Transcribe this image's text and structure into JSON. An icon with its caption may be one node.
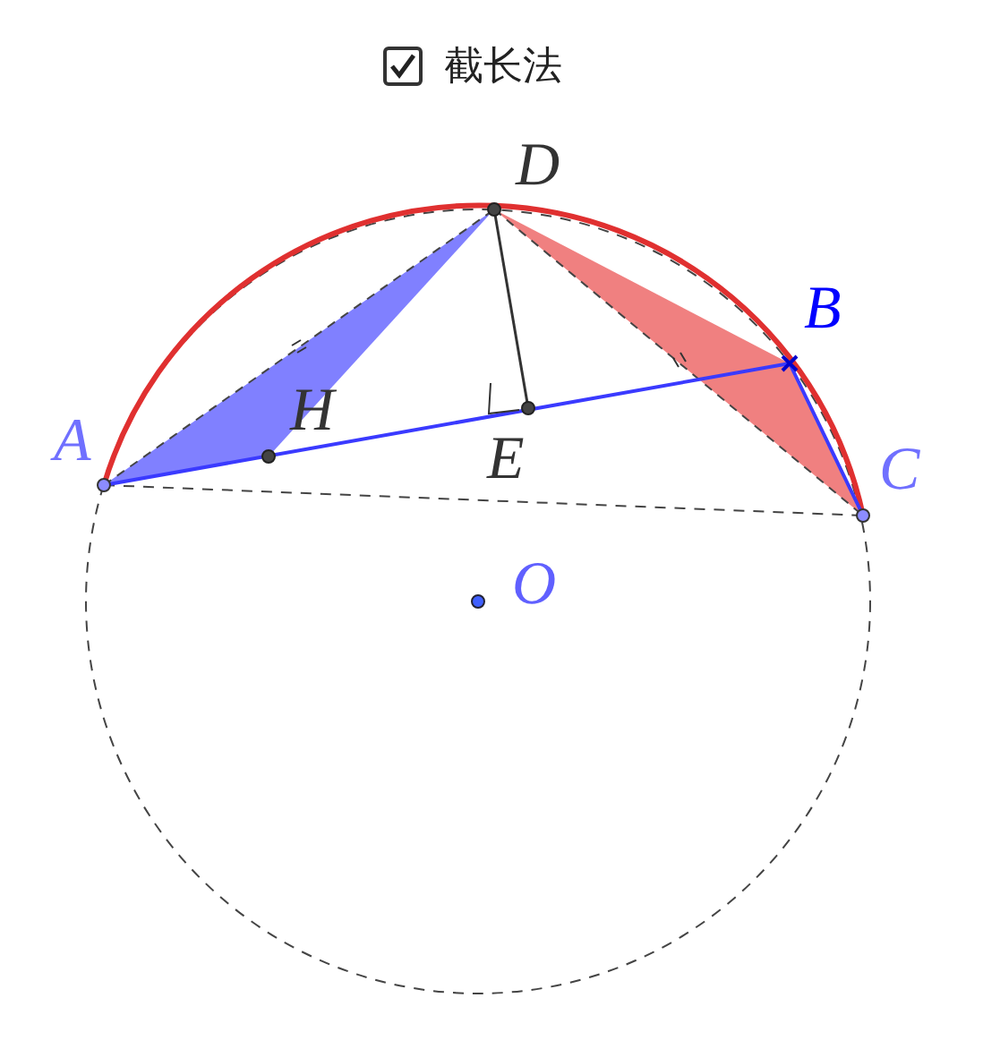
{
  "diagram": {
    "labels": [
      "截长法",
      "D",
      "B",
      "H",
      "A",
      "E",
      "C",
      "O"
    ]
  }
}
